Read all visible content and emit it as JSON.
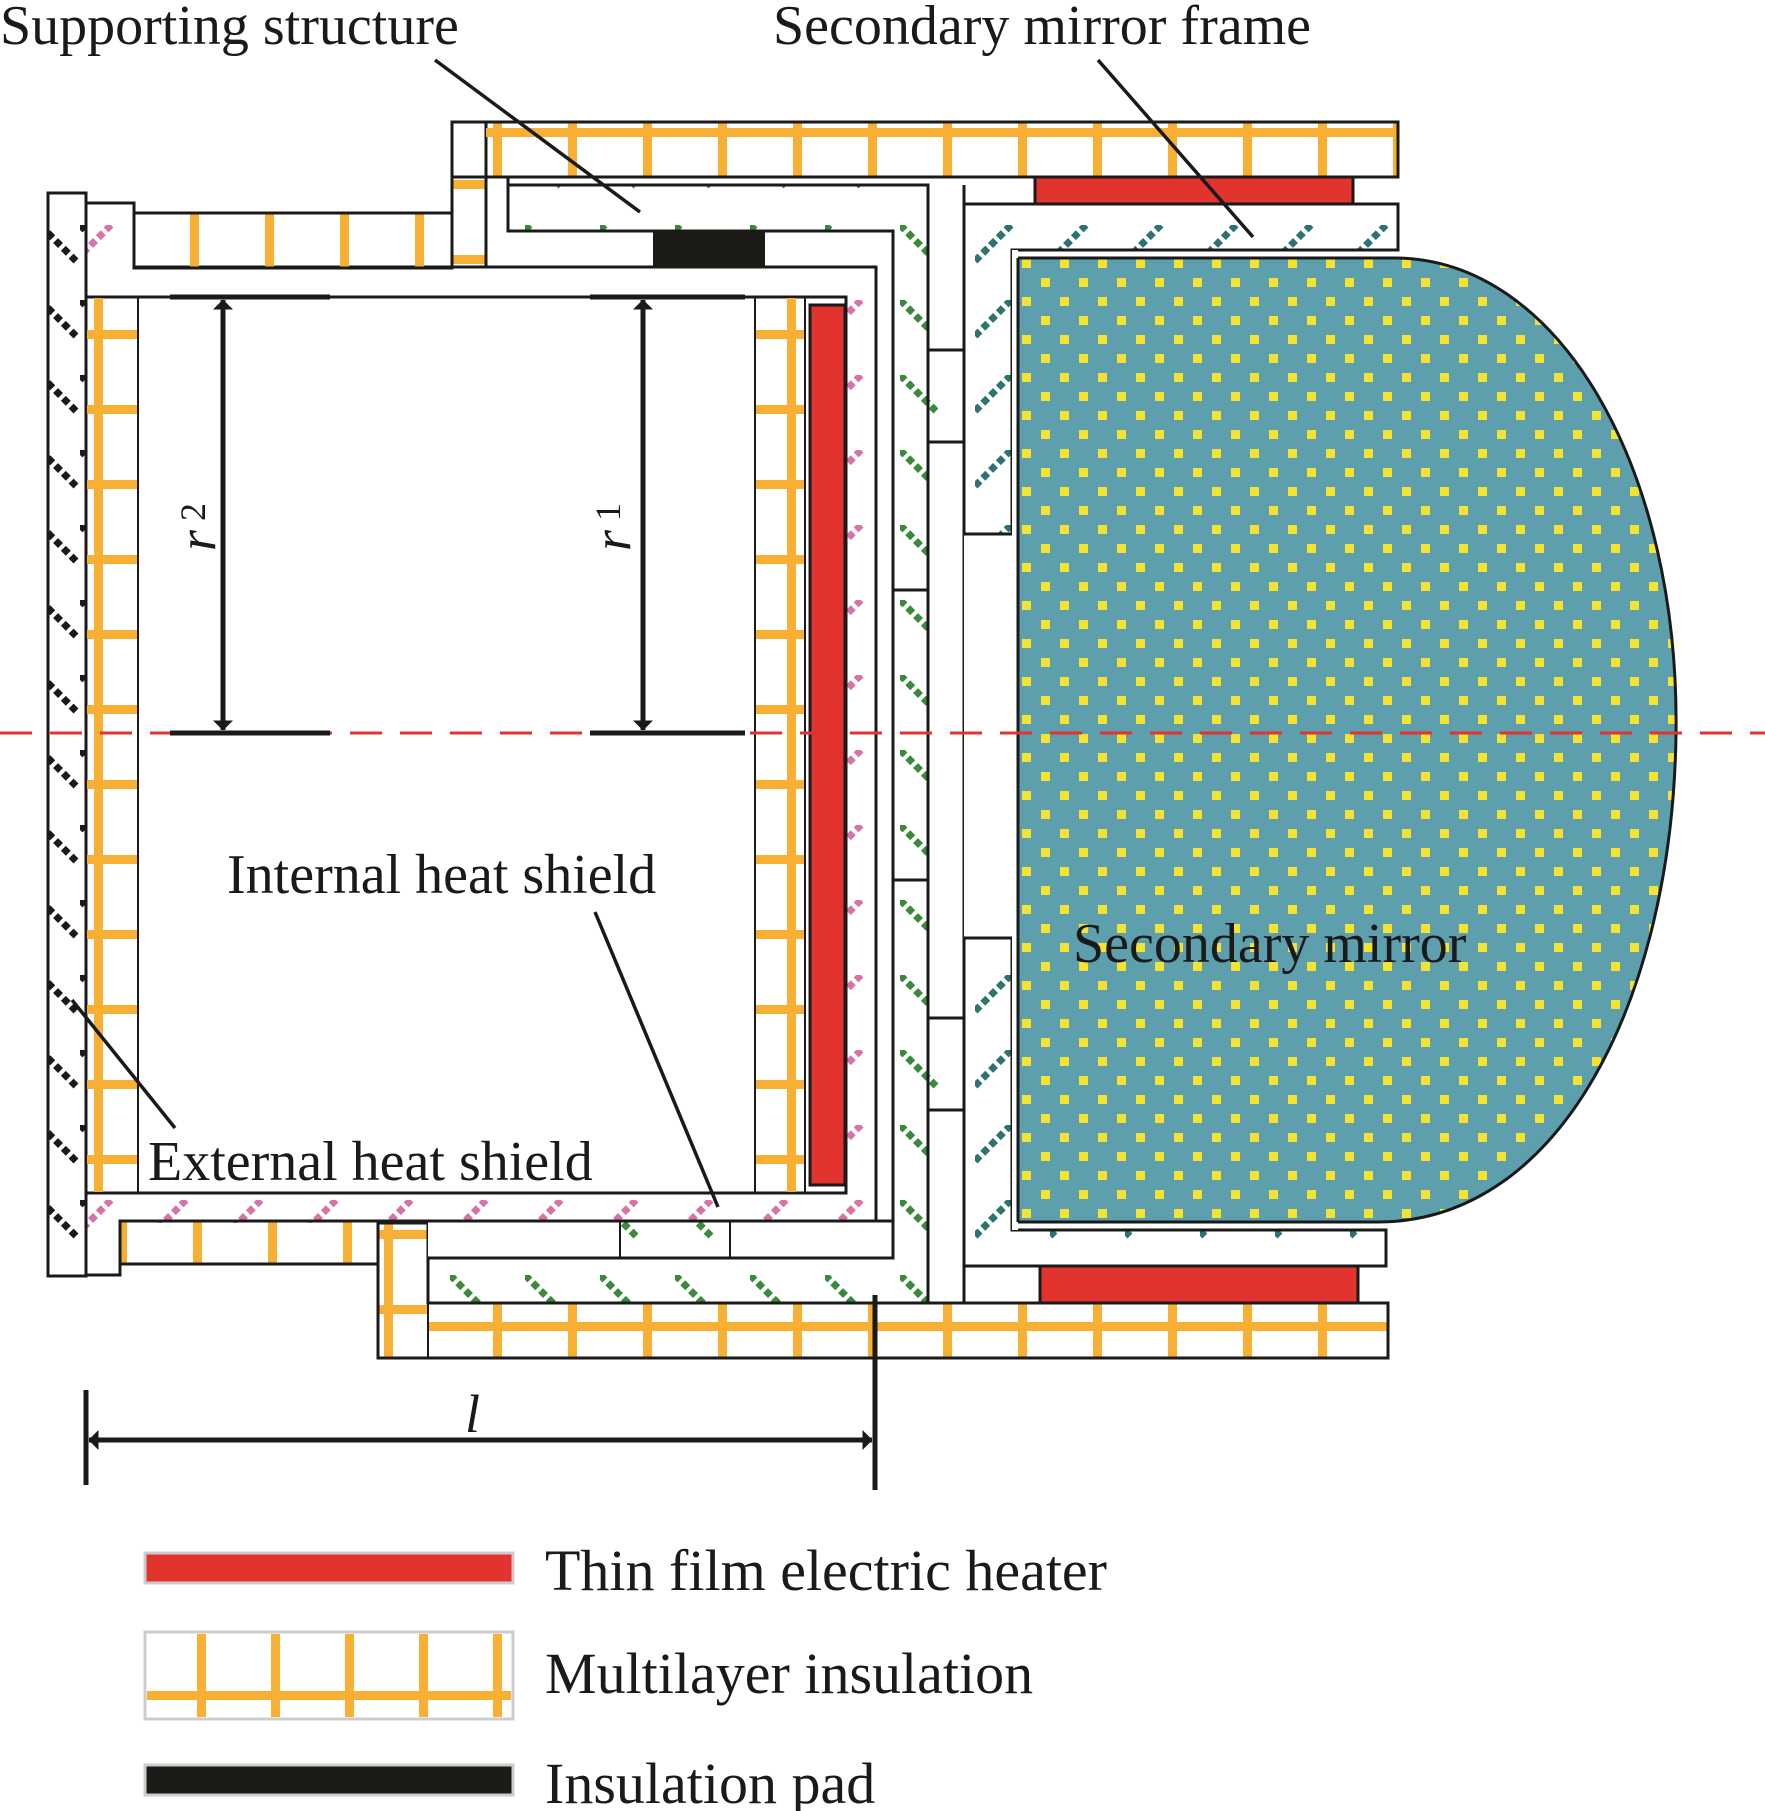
{
  "title": "Thermal control layout of secondary mirror assembly (cross-section)",
  "labels": {
    "supporting_structure": "Supporting structure",
    "secondary_mirror_frame": "Secondary mirror frame",
    "internal_heat_shield": "Internal heat shield",
    "external_heat_shield": "External heat shield",
    "secondary_mirror": "Secondary mirror"
  },
  "dimensions": {
    "r1": {
      "symbol": "r",
      "subscript": "1"
    },
    "r2": {
      "symbol": "r",
      "subscript": "2"
    },
    "l": {
      "symbol": "l"
    }
  },
  "legend": [
    {
      "key": "heater",
      "label": "Thin film electric heater",
      "color": "#e3332e"
    },
    {
      "key": "mli",
      "label": "Multilayer insulation",
      "color": "#f7b033"
    },
    {
      "key": "pad",
      "label": "Insulation pad",
      "color": "#1c1a17"
    }
  ],
  "colors": {
    "heater": "#e3332e",
    "mli": "#f7b033",
    "pad": "#1c1a17",
    "mirror_fill": "#5e9fae",
    "mirror_dots": "#f4e332",
    "support_hatch": "#3a8a3c",
    "frame_hatch": "#2f7370",
    "shield_hatch": "#d873a8",
    "outer_hatch": "#1a1a1a",
    "axis_line": "#e3332e",
    "outline": "#1a1a1a"
  }
}
